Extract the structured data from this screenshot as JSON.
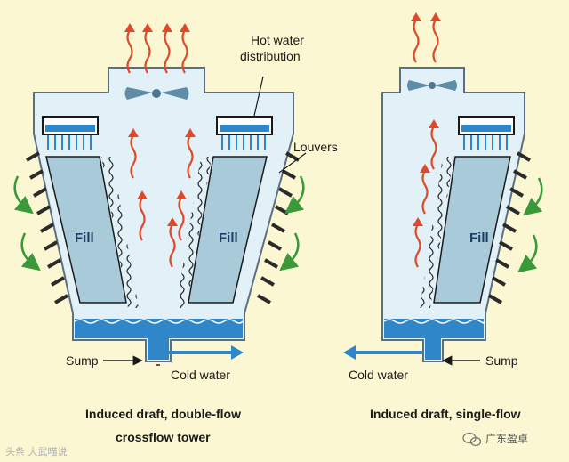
{
  "colors": {
    "background": "#fbf7d2",
    "tower_interior": "#e2f1f8",
    "tower_outline": "#5c6f82",
    "fill_block": "#a9cbd9",
    "water": "#2f86c8",
    "hot_air_arrow": "#e0482a",
    "recirc_arrow": "#3a9a3a",
    "louver": "#2a2a2a",
    "fan": "#5f8ca7"
  },
  "left_diagram": {
    "labels": {
      "hot_water": "Hot water\ndistribution",
      "louvers": "Louvers",
      "fill_left": "Fill",
      "fill_right": "Fill",
      "sump": "Sump",
      "cold_water": "Cold water"
    },
    "caption": [
      "Induced draft, double-flow",
      "crossflow tower"
    ]
  },
  "right_diagram": {
    "labels": {
      "fill": "Fill",
      "sump": "Sump",
      "cold_water": "Cold water"
    },
    "caption": [
      "Induced draft, single-flow"
    ]
  },
  "watermarks": {
    "left": "头条 大武喵说",
    "right": "广东盈卓",
    "right_icon": "wechat-icon"
  }
}
